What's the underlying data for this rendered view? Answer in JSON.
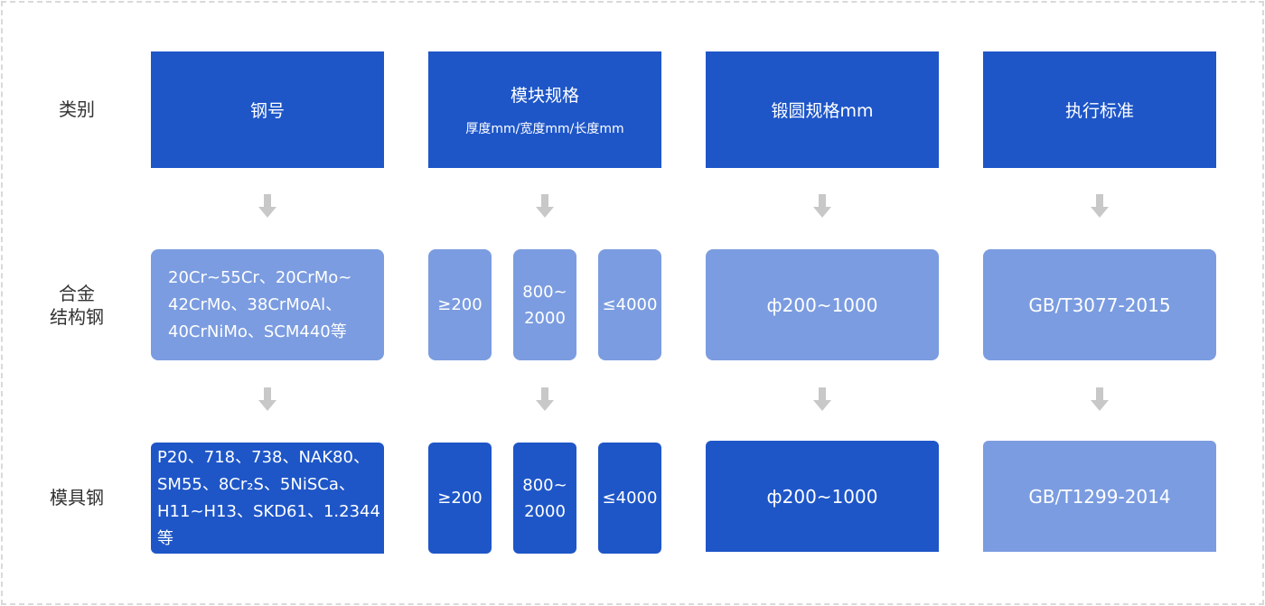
{
  "row_labels": {
    "category": "类别",
    "alloy": [
      "合金",
      "结构钢"
    ],
    "mold": "模具钢"
  },
  "headers": {
    "steel_grade": "钢号",
    "module_spec": "模块规格",
    "module_spec_sub": "厚度mm/宽度mm/长度mm",
    "forged_round_spec": "锻圆规格mm",
    "standard": "执行标准"
  },
  "alloy": {
    "grades": [
      "20Cr~55Cr、20CrMo~",
      "42CrMo、38CrMoAl、",
      "40CrNiMo、SCM440等"
    ],
    "thickness": "≥200",
    "width": [
      "800~",
      "2000"
    ],
    "length": "≤4000",
    "round": "ф200~1000",
    "standard": "GB/T3077-2015"
  },
  "mold": {
    "grades": [
      "P20、718、738、NAK80、",
      "SM55、8Cr₂S、5NiSCa、",
      "H11~H13、SKD61、1.2344 等"
    ],
    "thickness": "≥200",
    "width": [
      "800~",
      "2000"
    ],
    "length": "≤4000",
    "round": "ф200~1000",
    "standard": "GB/T1299-2014"
  },
  "colors": {
    "dark_blue": "#1e56c8",
    "light_blue": "#7b9ce0",
    "arrow_gray": "#c8c8c8",
    "label_text": "#333333"
  },
  "icons": [
    "arrow-down-icon"
  ]
}
